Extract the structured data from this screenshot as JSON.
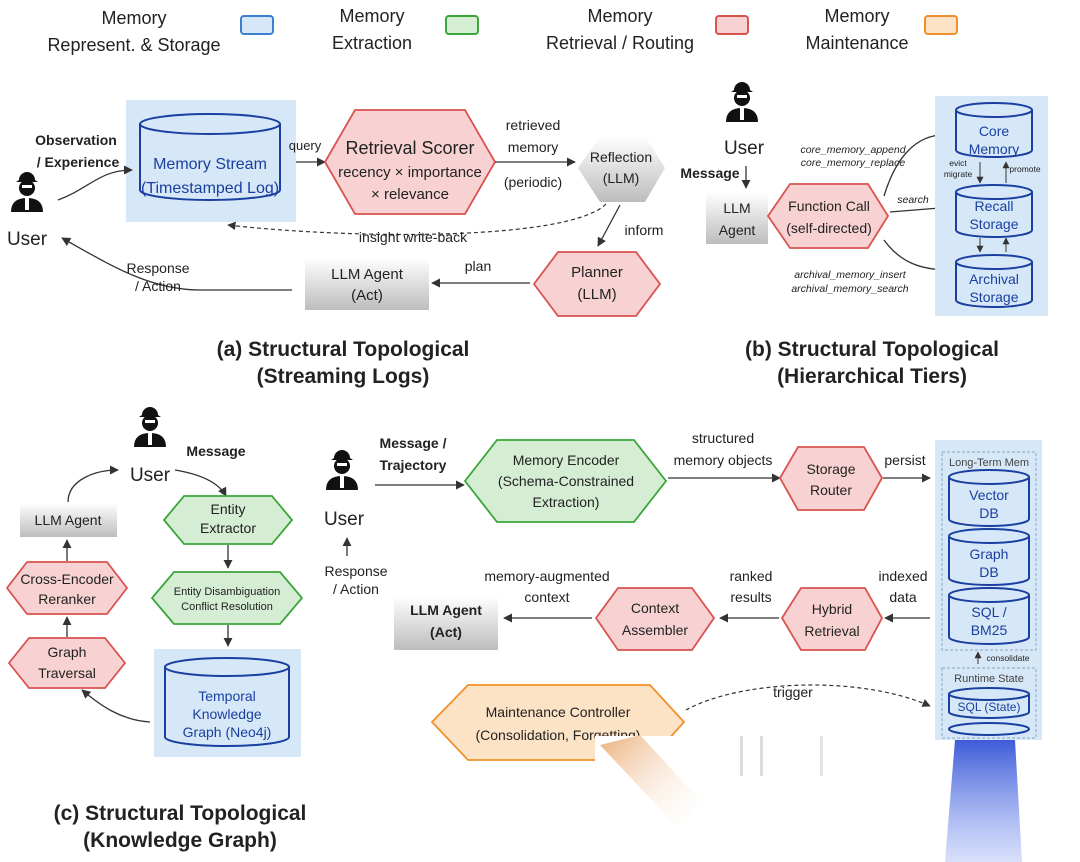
{
  "legend": [
    {
      "l1": "Memory",
      "l2": "Represent. & Storage",
      "color": "#d6e8f7",
      "stroke": "#3b7fd0"
    },
    {
      "l1": "Memory",
      "l2": "Extraction",
      "color": "#d5edd3",
      "stroke": "#3aa63a"
    },
    {
      "l1": "Memory",
      "l2": "Retrieval / Routing",
      "color": "#f8d2d2",
      "stroke": "#d9534f"
    },
    {
      "l1": "Memory",
      "l2": "Maintenance",
      "color": "#fde3c6",
      "stroke": "#f0902b"
    }
  ],
  "a": {
    "observation": "Observation",
    "experience": "/ Experience",
    "user": "User",
    "stream1": "Memory Stream",
    "stream2": "(Timestamped Log)",
    "query": "query",
    "scorer1": "Retrieval Scorer",
    "scorer2": "recency × importance",
    "scorer3": "× relevance",
    "retrieved1": "retrieved",
    "retrieved2": "memory",
    "periodic": "(periodic)",
    "reflection1": "Reflection",
    "reflection2": "(LLM)",
    "writeback": "insight write-back",
    "inform": "inform",
    "planner1": "Planner",
    "planner2": "(LLM)",
    "plan": "plan",
    "agent1": "LLM Agent",
    "agent2": "(Act)",
    "response1": "Response",
    "response2": "/ Action",
    "caption1": "(a) Structural Topological",
    "caption2": "(Streaming Logs)"
  },
  "b": {
    "user": "User",
    "message": "Message",
    "agent1": "LLM",
    "agent2": "Agent",
    "fc1": "Function Call",
    "fc2": "(self-directed)",
    "append": "core_memory_append",
    "replace": "core_memory_replace",
    "search": "search",
    "insert": "archival_memory_insert",
    "asearch": "archival_memory_search",
    "core1": "Core",
    "core2": "Memory",
    "evict": "evict",
    "migrate": "migrate",
    "promote": "promote",
    "recall1": "Recall",
    "recall2": "Storage",
    "arch1": "Archival",
    "arch2": "Storage",
    "caption1": "(b) Structural Topological",
    "caption2": "(Hierarchical Tiers)"
  },
  "c": {
    "message": "Message",
    "user": "User",
    "extractor1": "Entity",
    "extractor2": "Extractor",
    "disamb1": "Entity Disambiguation",
    "disamb2": "Conflict Resolution",
    "kg1": "Temporal",
    "kg2": "Knowledge",
    "kg3": "Graph (Neo4j)",
    "traversal1": "Graph",
    "traversal2": "Traversal",
    "rerank1": "Cross-Encoder",
    "rerank2": "Reranker",
    "agent": "LLM Agent",
    "caption1": "(c) Structural Topological",
    "caption2": "(Knowledge Graph)"
  },
  "d": {
    "msg1": "Message /",
    "msg2": "Trajectory",
    "user": "User",
    "enc1": "Memory Encoder",
    "enc2": "(Schema-Constrained",
    "enc3": "Extraction)",
    "struct1": "structured",
    "struct2": "memory objects",
    "router1": "Storage",
    "router2": "Router",
    "persist": "persist",
    "ltm": "Long-Term Mem",
    "vector1": "Vector",
    "vector2": "DB",
    "graph1": "Graph",
    "graph2": "DB",
    "sql1": "SQL /",
    "sql2": "BM25",
    "consolidate": "consolidate",
    "runtime": "Runtime State",
    "sqlstate": "SQL (State)",
    "indexed1": "indexed",
    "indexed2": "data",
    "hybrid1": "Hybrid",
    "hybrid2": "Retrieval",
    "ranked1": "ranked",
    "ranked2": "results",
    "ctx1": "Context",
    "ctx2": "Assembler",
    "aug1": "memory-augmented",
    "aug2": "context",
    "agent1": "LLM Agent",
    "agent2": "(Act)",
    "resp1": "Response",
    "resp2": "/ Action",
    "maint1": "Maintenance Controller",
    "maint2": "(Consolidation, Forgetting)",
    "trigger": "trigger"
  }
}
